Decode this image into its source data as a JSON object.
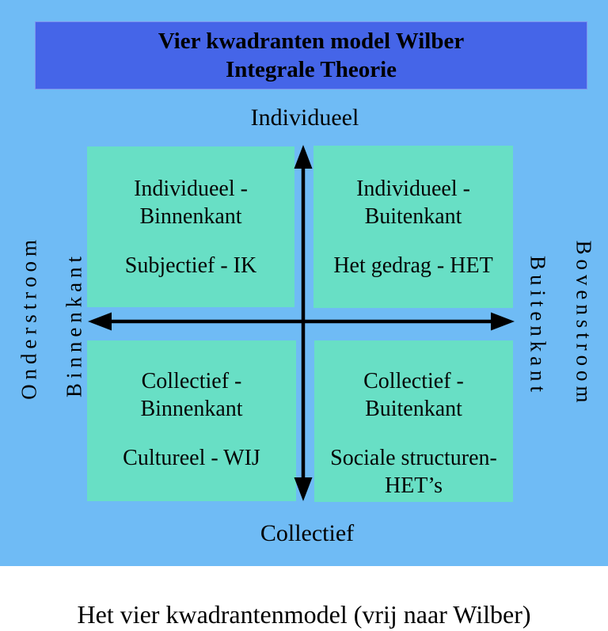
{
  "banner": {
    "line1": "Vier kwadranten model Wilber",
    "line2": "Integrale Theorie"
  },
  "axes": {
    "top": "Individueel",
    "bottom": "Collectief",
    "left_inner": "Binnenkant",
    "left_outer": "Onderstroom",
    "right_inner": "Buitenkant",
    "right_outer": "Bovenstroom"
  },
  "quadrants": {
    "top_left": {
      "title_line1": "Individueel -",
      "title_line2": "Binnenkant",
      "subtitle": "Subjectief - IK"
    },
    "top_right": {
      "title_line1": "Individueel -",
      "title_line2": "Buitenkant",
      "subtitle": "Het gedrag - HET"
    },
    "bottom_left": {
      "title_line1": "Collectief -",
      "title_line2": "Binnenkant",
      "subtitle": "Cultureel - WIJ"
    },
    "bottom_right": {
      "title_line1": "Collectief -",
      "title_line2": "Buitenkant",
      "subtitle_line1": "Sociale structuren-",
      "subtitle_line2": "HET’s"
    }
  },
  "caption": "Het vier kwadrantenmodel (vrij naar Wilber)",
  "colors": {
    "background": "#6fbbf5",
    "banner": "#4565e8",
    "quadrant": "#68dfc5",
    "text": "#050505"
  }
}
